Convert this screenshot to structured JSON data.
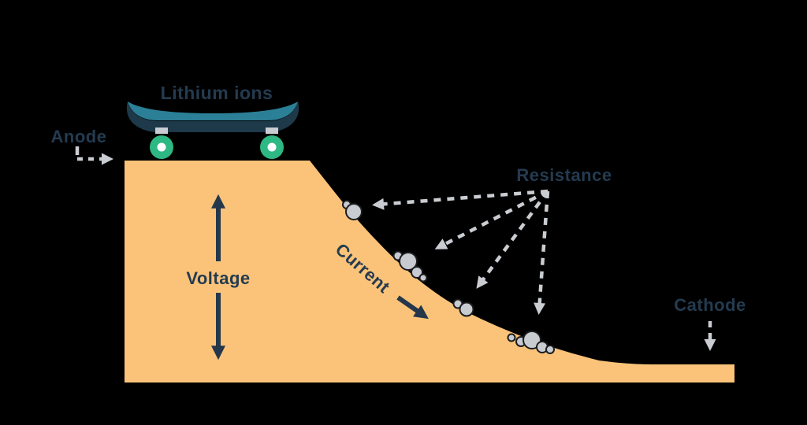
{
  "labels": {
    "lithium_ions": "Lithium ions",
    "anode": "Anode",
    "voltage": "Voltage",
    "current": "Current",
    "resistance": "Resistance",
    "cathode": "Cathode"
  },
  "icons": {
    "skateboard": "skateboard with teal deck and green wheels on top of ramp",
    "rocks": "gray pebble clusters resting on the slope"
  },
  "colors": {
    "background": "#000000",
    "ramp": "#FBC379",
    "label_text": "#243B50",
    "solid_arrow": "#24374B",
    "dashed_arrow": "#C9CCD1",
    "deck_top": "#2B7F96",
    "deck_bottom": "#1E3949",
    "wheel": "#2EB883",
    "wheel_hub": "#FFFFFF",
    "truck": "#C9CCD1",
    "rock_fill": "#C8CBD0",
    "rock_outline": "#1A1C1F"
  }
}
